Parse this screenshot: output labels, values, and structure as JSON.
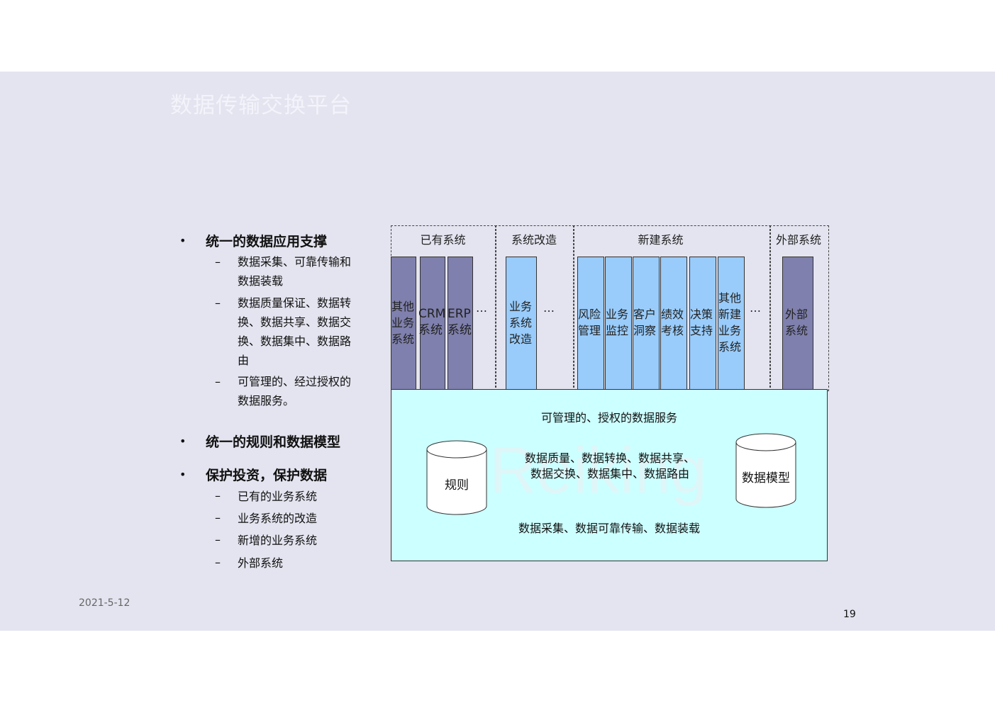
{
  "title": "数据传输交换平台",
  "bullets": [
    {
      "text": "统一的数据应用支撑",
      "subs": [
        "数据采集、可靠传输和\n数据装载",
        "数据质量保证、数据转\n换、数据共享、数据交\n换、数据集中、数据路\n由",
        "可管理的、经过授权的\n数据服务。"
      ]
    },
    {
      "text": "统一的规则和数据模型",
      "subs": []
    },
    {
      "text": "保护投资，保护数据",
      "subs": [
        "已有的业务系统",
        "业务系统的改造",
        "新增的业务系统",
        "外部系统"
      ]
    }
  ],
  "diagram": {
    "groups": [
      "已有系统",
      "系统改造",
      "新建系统",
      "外部系统"
    ],
    "existing": [
      "其他\n业务\n系统",
      "CRM\n系统",
      "ERP\n系统"
    ],
    "modified": [
      "业务\n系统\n改造"
    ],
    "new_systems": [
      "风险\n管理",
      "业务\n监控",
      "客户\n洞察",
      "绩效\n考核",
      "决策\n支持",
      "其他\n新建\n业务\n系统"
    ],
    "external": [
      "外部\n系统"
    ],
    "ellipsis": "…",
    "service": "可管理的、授权的数据服务",
    "middle": "数据质量、数据转换、数据共享、\n数据交换、数据集中、数据路由",
    "bottom": "数据采集、数据可靠传输、数据装载",
    "cyl_left": "规则",
    "cyl_right": "数据模型",
    "watermark": "Reiking"
  },
  "footer": {
    "date": "2021-5-12",
    "page": "19"
  },
  "colors": {
    "purple": "#7f80ad",
    "blue": "#99ccfb",
    "base": "#ccffff",
    "slide_bg": "#e3e4ef"
  }
}
